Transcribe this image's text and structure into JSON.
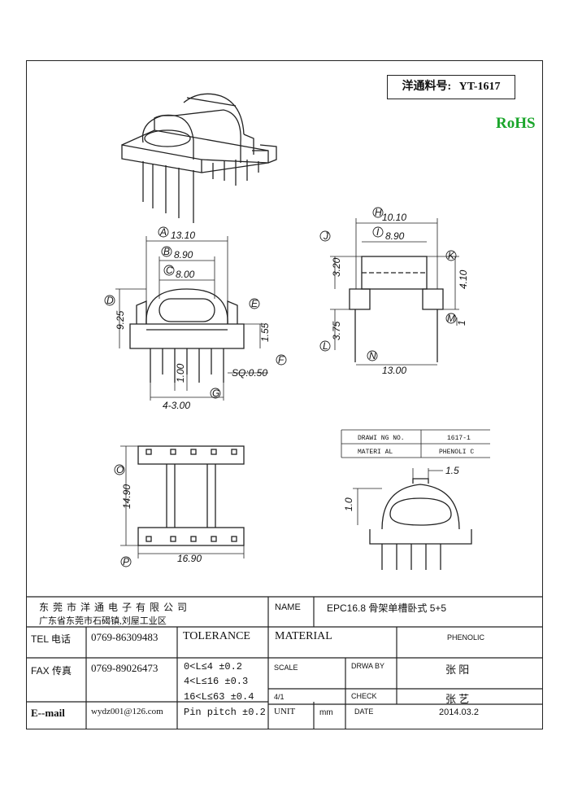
{
  "header": {
    "part_label": "洋通料号:",
    "part_number": "YT-1617",
    "rohs": "RoHS"
  },
  "dimensions": {
    "A": "13.10",
    "B": "8.90",
    "C": "8.00",
    "D": "9.25",
    "E": "1.55",
    "F": "SQ:0.50",
    "G": "4-3.00",
    "pin_pitch_small": "1.00",
    "H": "10.10",
    "I": "8.90",
    "J": "3.20",
    "K": "4.10",
    "L": "3.75",
    "M": "1",
    "N": "13.00",
    "O": "14.90",
    "P": "16.90",
    "detail_w": "1.5",
    "detail_h": "1.0"
  },
  "callouts": [
    "A",
    "B",
    "C",
    "D",
    "E",
    "F",
    "G",
    "H",
    "I",
    "J",
    "K",
    "L",
    "M",
    "N",
    "O",
    "P"
  ],
  "mini_title_block": {
    "drawing_no_label": "DRAWI NG NO.",
    "drawing_no_value": "1617-1",
    "material_label": "MATERI AL",
    "material_value": "PHENOLI C"
  },
  "title_block": {
    "company": "东 莞 市 洋 通 电 子 有 限 公 司",
    "address": "广东省东莞市石碣镇,刘屋工业区",
    "name_label": "NAME",
    "name_value": "EPC16.8 骨架单槽卧式 5+5",
    "tel_label": "TEL 电话",
    "tel_value": "0769-86309483",
    "fax_label": "FAX 传真",
    "fax_value": "0769-89026473",
    "email_label": "E--mail",
    "email_value": "wydz001@126.com",
    "tolerance_label": "TOLERANCE",
    "tol_1": "0<L≤4   ±0.2",
    "tol_2": "4<L≤16  ±0.3",
    "tol_3": "16<L≤63  ±0.4",
    "tol_4": "Pin pitch  ±0.2",
    "material_label": "MATERIAL",
    "material_value": "PHENOLIC",
    "scale_label": "SCALE",
    "scale_value": "4/1",
    "drawby_label": "DRWA BY",
    "drawby_value": "张 阳",
    "check_label": "CHECK",
    "check_value": "张 艺",
    "unit_label": "UNIT",
    "unit_value": "mm",
    "date_label": "DATE",
    "date_value": "2014.03.2"
  }
}
